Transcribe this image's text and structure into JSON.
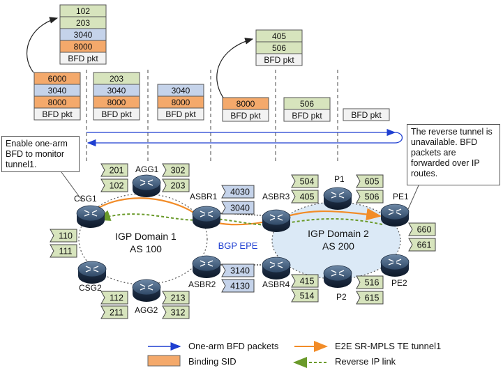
{
  "colors": {
    "green": "#d7e4bd",
    "green_dark": "#c3d69b",
    "blue": "#c5d3ea",
    "orange": "#f4a96b",
    "bfd": "#f2f2f2",
    "arrow_blue": "#1f3fd1",
    "tunnel_orange": "#f28c28",
    "reverse_green": "#6a9a2a",
    "domain2_fill": "#dbe9f6"
  },
  "stacks": {
    "s1": [
      "102",
      "203",
      "3040",
      "8000",
      "BFD pkt"
    ],
    "s2": [
      "405",
      "506",
      "BFD pkt"
    ],
    "c1": [
      "6000",
      "3040",
      "8000",
      "BFD pkt"
    ],
    "c2": [
      "203",
      "3040",
      "8000",
      "BFD pkt"
    ],
    "c3": [
      "3040",
      "8000",
      "BFD pkt"
    ],
    "c4": [
      "8000",
      "BFD pkt"
    ],
    "c5": [
      "506",
      "BFD pkt"
    ],
    "c6": [
      "BFD pkt"
    ]
  },
  "callouts": {
    "left": "Enable one-arm BFD to monitor tunnel1.",
    "right": "The reverse tunnel is unavailable. BFD packets are forwarded over IP routes."
  },
  "domains": {
    "d1_line1": "IGP Domain 1",
    "d1_line2": "AS 100",
    "d2_line1": "IGP Domain 2",
    "d2_line2": "AS 200",
    "bgp_epe": "BGP EPE"
  },
  "nodes": {
    "csg1": "CSG1",
    "csg2": "CSG2",
    "agg1": "AGG1",
    "agg2": "AGG2",
    "asbr1": "ASBR1",
    "asbr2": "ASBR2",
    "asbr3": "ASBR3",
    "asbr4": "ASBR4",
    "p1": "P1",
    "p2": "P2",
    "pe1": "PE1",
    "pe2": "PE2"
  },
  "sids": {
    "agg1_201": "201",
    "agg1_302": "302",
    "agg1_102": "102",
    "agg1_203": "203",
    "csg_110": "110",
    "csg_111": "111",
    "agg2_112": "112",
    "agg2_213": "213",
    "agg2_211": "211",
    "agg2_312": "312",
    "asbr_4030": "4030",
    "asbr_3040": "3040",
    "asbr_3140": "3140",
    "asbr_4130": "4130",
    "p1_504": "504",
    "p1_405": "405",
    "p1_605": "605",
    "p1_506": "506",
    "pe1_660": "660",
    "pe1_661": "661",
    "p2_415": "415",
    "p2_514": "514",
    "p2_516": "516",
    "p2_615": "615"
  },
  "legend": {
    "one_arm": "One-arm BFD packets",
    "binding": "Binding SID",
    "tunnel": "E2E SR-MPLS TE tunnel1",
    "reverse": "Reverse IP link"
  }
}
